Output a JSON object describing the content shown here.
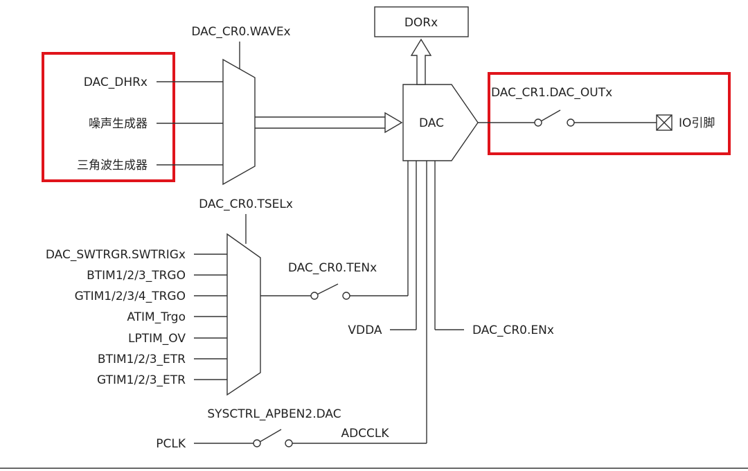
{
  "mux_wave": {
    "select_label": "DAC_CR0.WAVEx",
    "inputs": [
      "DAC_DHRx",
      "噪声生成器",
      "三角波生成器"
    ]
  },
  "mux_trigger": {
    "select_label": "DAC_CR0.TSELx",
    "inputs": [
      "DAC_SWTRGR.SWTRIGx",
      "BTIM1/2/3_TRGO",
      "GTIM1/2/3/4_TRGO",
      "ATIM_Trgo",
      "LPTIM_OV",
      "BTIM1/2/3_ETR",
      "GTIM1/2/3_ETR"
    ]
  },
  "dac_label": "DAC",
  "dor_label": "DORx",
  "output_switch_label": "DAC_CR1.DAC_OUTx",
  "io_pin_label": "IO引脚",
  "trigger_enable_label": "DAC_CR0.TENx",
  "vdda_label": "VDDA",
  "enable_label": "DAC_CR0.ENx",
  "clock_gate_label": "SYSCTRL_APBEN2.DAC",
  "pclk_label": "PCLK",
  "adcclk_label": "ADCCLK",
  "highlight_color": "#e0141b"
}
